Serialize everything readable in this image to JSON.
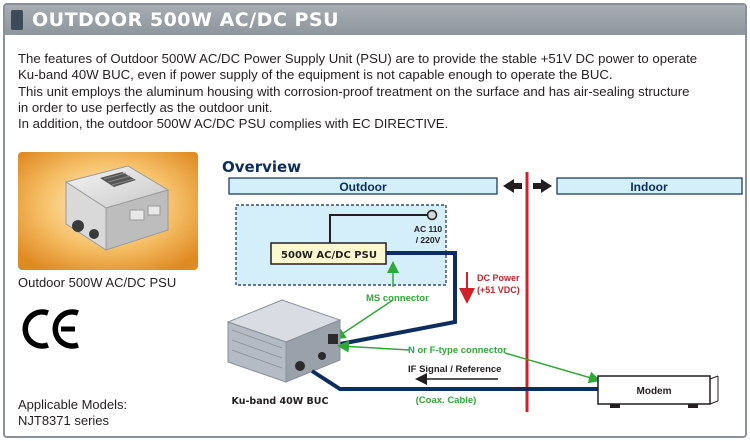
{
  "header": {
    "title": "OUTDOOR 500W AC/DC PSU"
  },
  "description": {
    "lines": [
      "The features of Outdoor 500W AC/DC Power Supply Unit (PSU) are to provide the stable +51V DC power to operate",
      "Ku-band 40W BUC, even if power supply of the equipment is not capable enough to operate  the BUC.",
      "This unit employs the aluminum housing with corrosion-proof treatment on the surface and has air-sealing structure",
      "in order to use perfectly as the outdoor unit.",
      "In addition, the outdoor 500W AC/DC PSU complies with EC DIRECTIVE."
    ]
  },
  "product": {
    "caption": "Outdoor 500W AC/DC PSU",
    "certification": "CE",
    "models_label": "Applicable Models:",
    "models_value": "NJT8371 series"
  },
  "overview": {
    "title": "Overview",
    "outdoor_label": "Outdoor",
    "indoor_label": "Indoor",
    "psu_label": "500W AC/DC PSU",
    "ac_label_line1": "AC 110",
    "ac_label_line2": "/ 220V",
    "dc_power_line1": "DC Power",
    "dc_power_line2": "(+51 VDC)",
    "ms_connector": "MS connector",
    "n_connector": "N or F-type connector",
    "if_signal": "IF Signal / Reference",
    "coax": "(Coax. Cable)",
    "buc_label": "Ku-band 40W BUC",
    "modem_label": "Modem"
  },
  "colors": {
    "header_bg": "#979ea5",
    "blue_dark": "#0d2d5e",
    "outdoor_bg": "#d4eefa",
    "red_line": "#d0202a",
    "green_arrow": "#2ea836",
    "psu_fill": "#fbf7cf",
    "label_red": "#d0202a"
  }
}
